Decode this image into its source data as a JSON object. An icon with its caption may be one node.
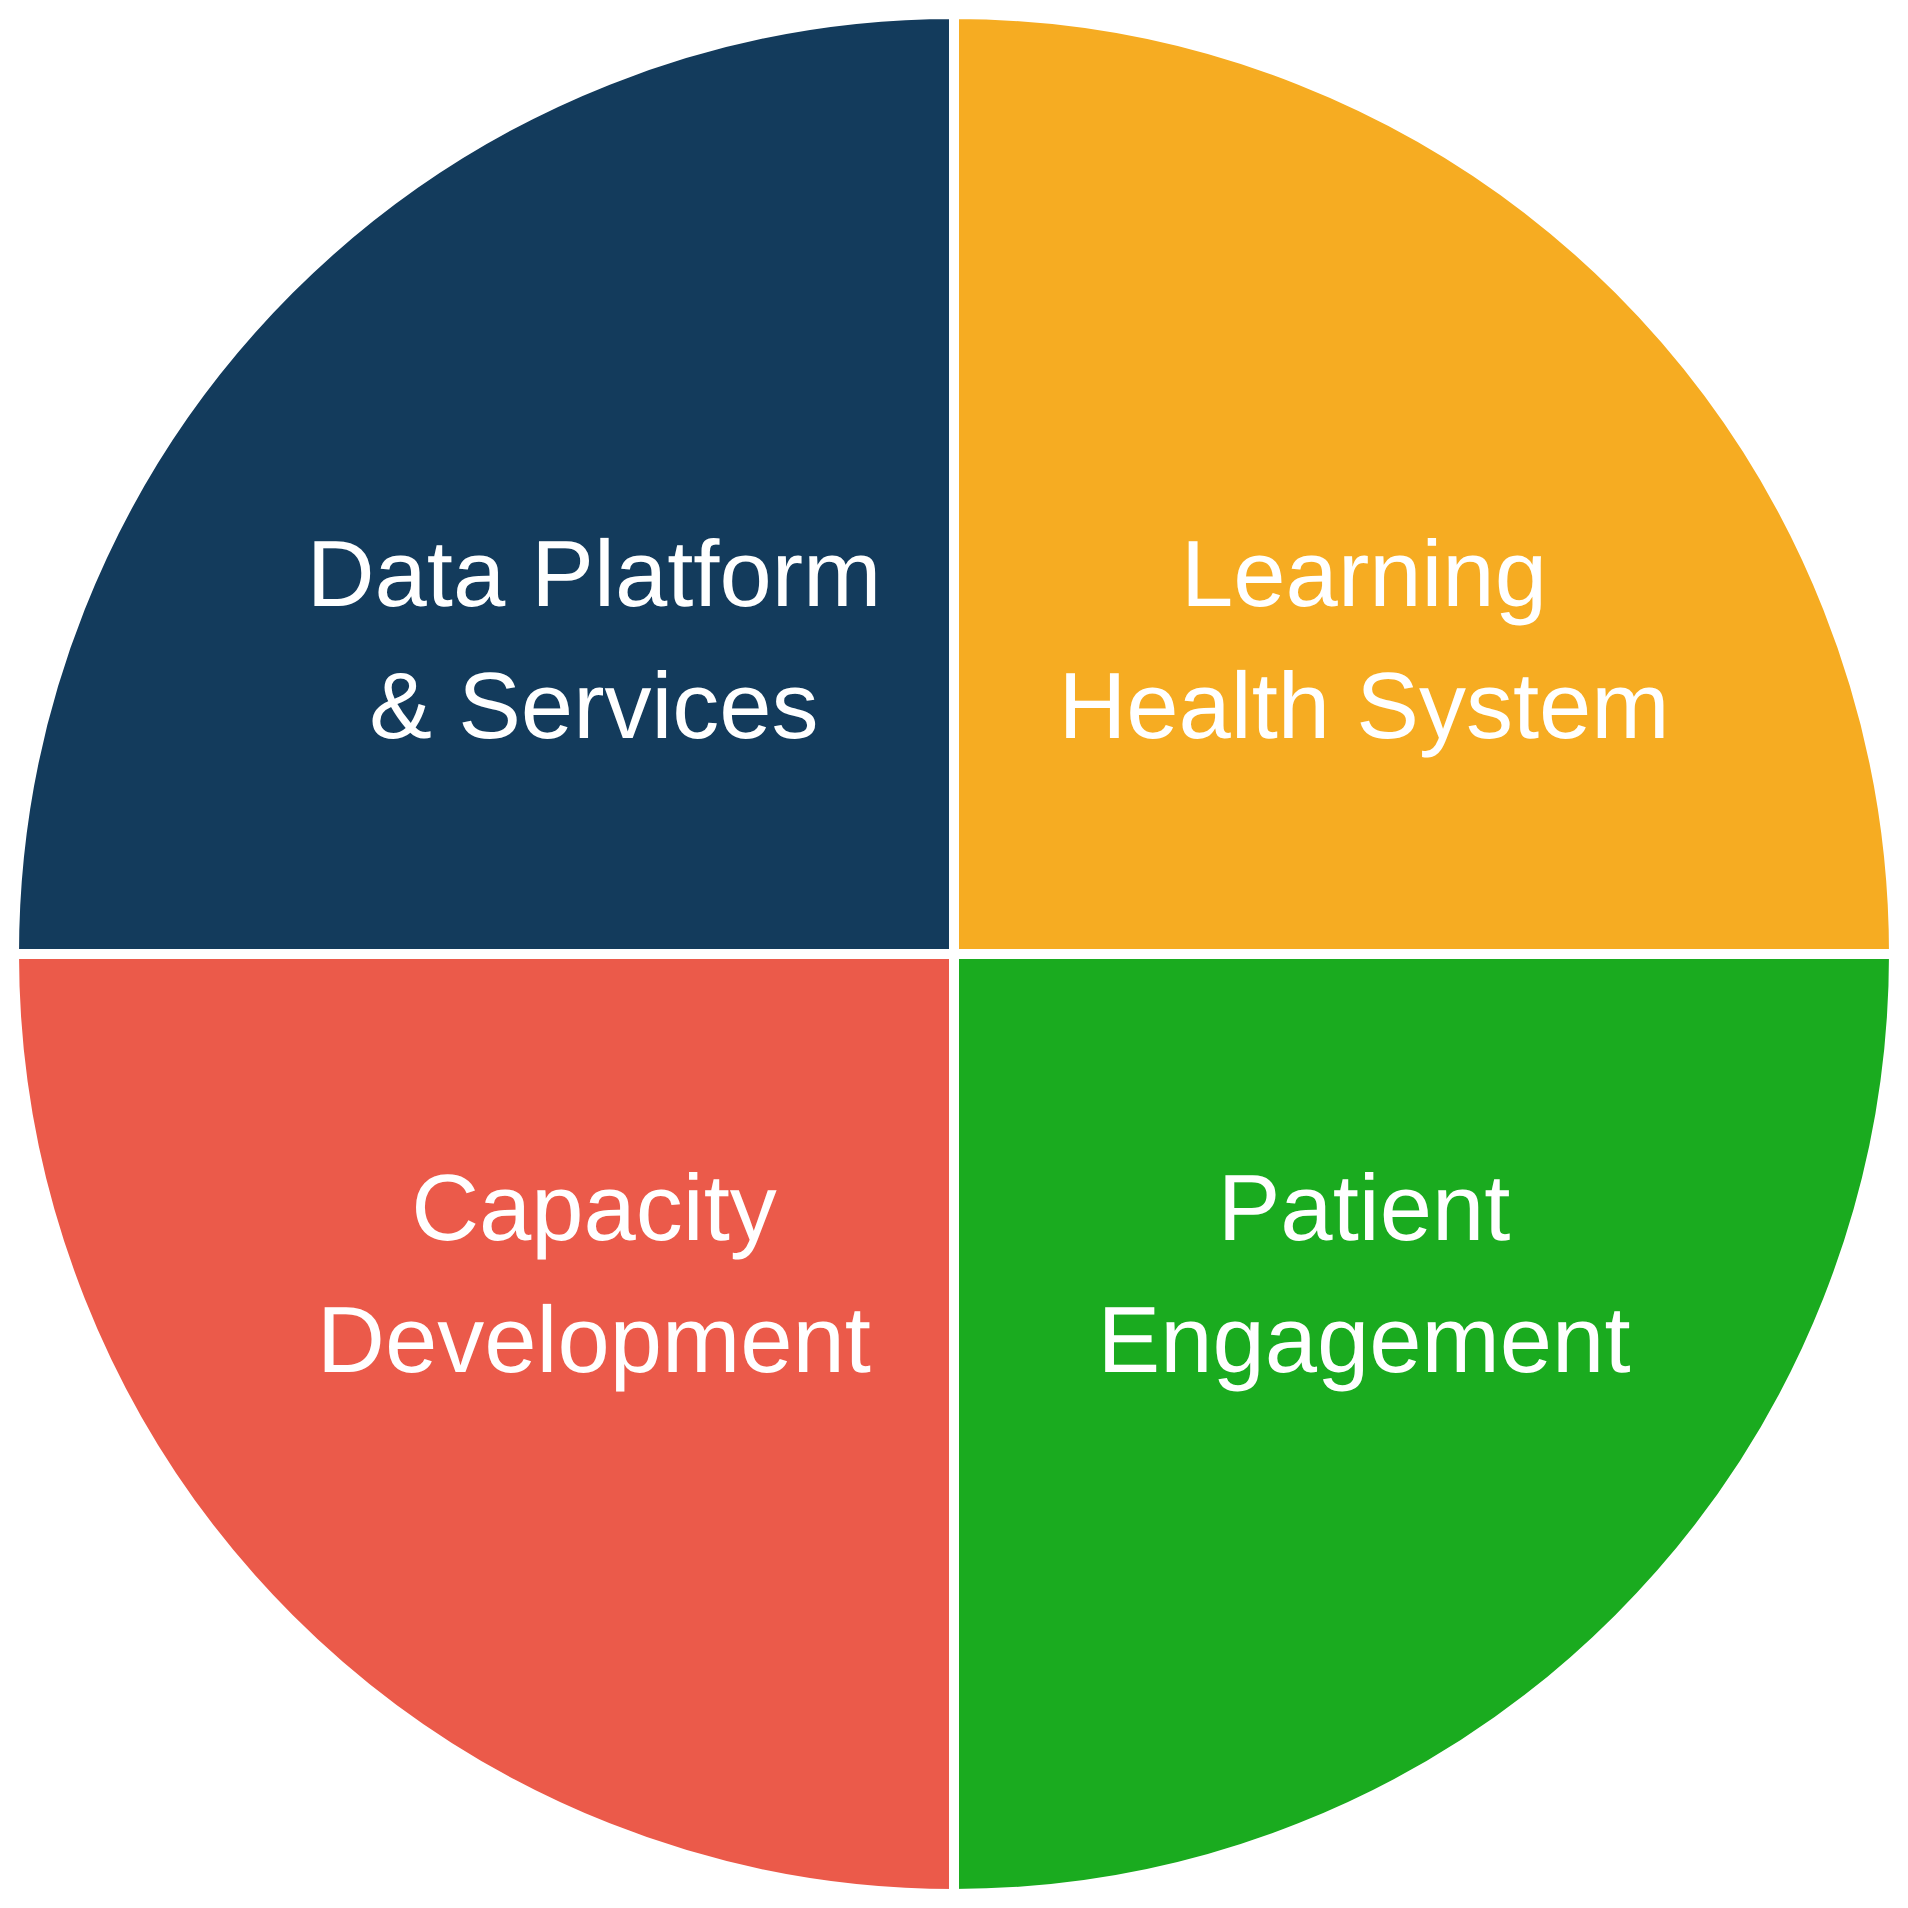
{
  "diagram": {
    "nodes": [
      {
        "text": [
          "Data Platform & Services"
        ]
      },
      {
        "text": [
          "Learning Health System"
        ]
      },
      {
        "text": [
          "Capacity Development"
        ]
      },
      {
        "text": [
          "Patient Engagement"
        ]
      }
    ]
  }
}
